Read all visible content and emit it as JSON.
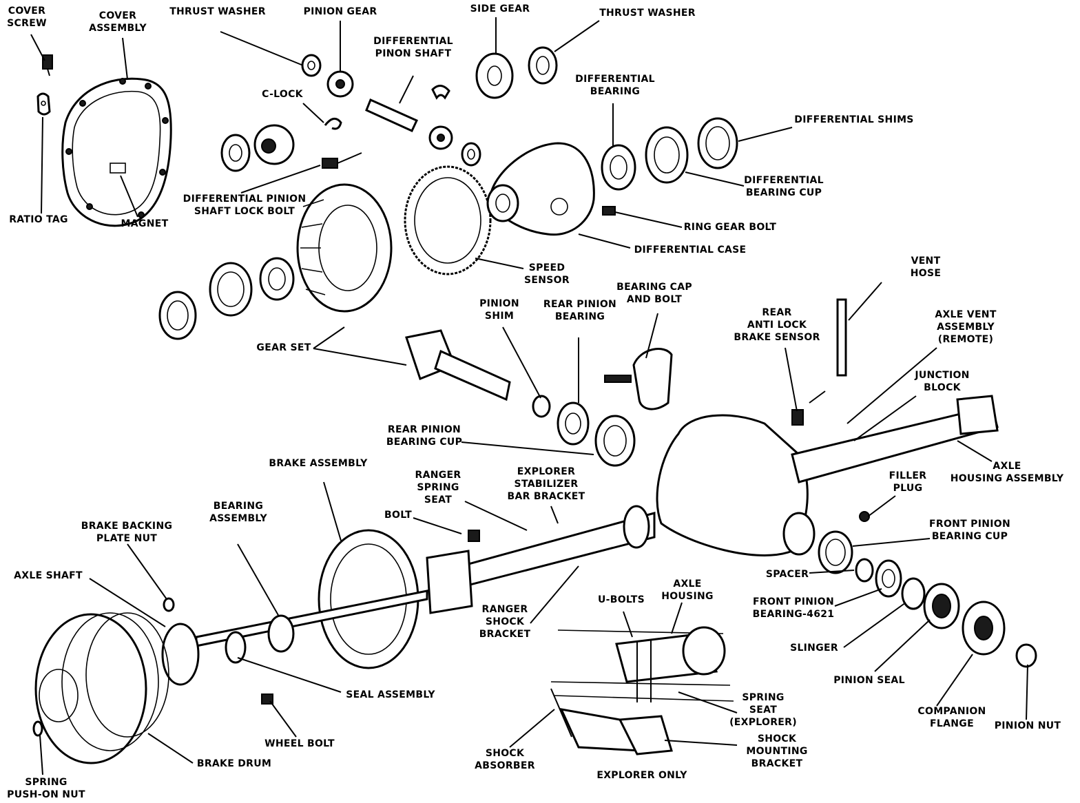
{
  "labels": {
    "cover_screw": "COVER\nSCREW",
    "cover_assembly": "COVER\nASSEMBLY",
    "thrust_washer_left": "THRUST WASHER",
    "pinion_gear": "PINION GEAR",
    "side_gear": "SIDE GEAR",
    "thrust_washer_right": "THRUST WASHER",
    "differential_pinion_shaft": "DIFFERENTIAL\nPINON SHAFT",
    "c_lock": "C-LOCK",
    "differential_bearing": "DIFFERENTIAL\nBEARING",
    "differential_shims": "DIFFERENTIAL SHIMS",
    "differential_bearing_cup": "DIFFERENTIAL\nBEARING CUP",
    "ratio_tag": "RATIO TAG",
    "magnet": "MAGNET",
    "diff_pinion_shaft_lock_bolt": "DIFFERENTIAL PINION\nSHAFT LOCK BOLT",
    "ring_gear_bolt": "RING GEAR BOLT",
    "differential_case": "DIFFERENTIAL CASE",
    "speed_sensor": "SPEED\nSENSOR",
    "vent_hose": "VENT\nHOSE",
    "bearing_cap_and_bolt": "BEARING CAP\nAND BOLT",
    "pinion_shim": "PINION\nSHIM",
    "rear_pinion_bearing": "REAR PINION\nBEARING",
    "rear_anti_lock_brake_sensor": "REAR\nANTI LOCK\nBRAKE SENSOR",
    "axle_vent_assembly": "AXLE VENT\nASSEMBLY\n(REMOTE)",
    "gear_set": "GEAR SET",
    "junction_block": "JUNCTION\nBLOCK",
    "rear_pinion_bearing_cup": "REAR PINION\nBEARING CUP",
    "brake_assembly": "BRAKE ASSEMBLY",
    "ranger_spring_seat": "RANGER\nSPRING\nSEAT",
    "explorer_stabilizer_bar_bracket": "EXPLORER\nSTABILIZER\nBAR BRACKET",
    "axle_housing_assembly": "AXLE\nHOUSING ASSEMBLY",
    "filler_plug": "FILLER\nPLUG",
    "bearing_assembly": "BEARING\nASSEMBLY",
    "bolt": "BOLT",
    "brake_backing_plate_nut": "BRAKE BACKING\nPLATE NUT",
    "front_pinion_bearing_cup": "FRONT PINION\nBEARING CUP",
    "axle_shaft": "AXLE SHAFT",
    "spacer": "SPACER",
    "ranger_shock_bracket": "RANGER\nSHOCK\nBRACKET",
    "u_bolts": "U-BOLTS",
    "axle_housing": "AXLE\nHOUSING",
    "front_pinion_bearing": "FRONT PINION\nBEARING-4621",
    "slinger": "SLINGER",
    "seal_assembly": "SEAL ASSEMBLY",
    "spring_seat_explorer": "SPRING\nSEAT\n(EXPLORER)",
    "pinion_seal": "PINION SEAL",
    "companion_flange": "COMPANION\nFLANGE",
    "pinion_nut": "PINION NUT",
    "wheel_bolt": "WHEEL BOLT",
    "shock_mounting_bracket": "SHOCK\nMOUNTING\nBRACKET",
    "brake_drum": "BRAKE DRUM",
    "shock_absorber": "SHOCK\nABSORBER",
    "explorer_only": "EXPLORER ONLY",
    "spring_push_on_nut": "SPRING\nPUSH-ON NUT"
  }
}
